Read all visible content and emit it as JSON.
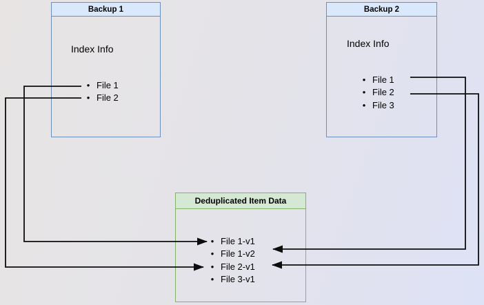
{
  "boxes": {
    "backup1": {
      "title": "Backup 1",
      "body_label": "Index Info",
      "files": [
        "File 1",
        "File 2"
      ]
    },
    "backup2": {
      "title": "Backup 2",
      "body_label": "Index Info",
      "files": [
        "File 1",
        "File 2",
        "File 3"
      ]
    },
    "dedup": {
      "title": "Deduplicated Item Data",
      "files": [
        "File 1-v1",
        "File 1-v2",
        "File 2-v1",
        "File 3-v1"
      ]
    }
  },
  "connections": [
    {
      "from": "Backup 1 / File 1",
      "to": "File 1-v1",
      "route": "left"
    },
    {
      "from": "Backup 1 / File 2",
      "to": "File 2-v1",
      "route": "left"
    },
    {
      "from": "Backup 2 / File 1",
      "to": "File 1-v2",
      "route": "right"
    },
    {
      "from": "Backup 2 / File 2",
      "to": "File 2-v1",
      "route": "right"
    }
  ],
  "colors": {
    "blue_header_fill": "#dae8fc",
    "blue_border": "#6c8ebf",
    "green_header_fill": "#d5e8d4",
    "green_border": "#82b366",
    "connector": "#0d0d0d",
    "text": "#000000"
  }
}
